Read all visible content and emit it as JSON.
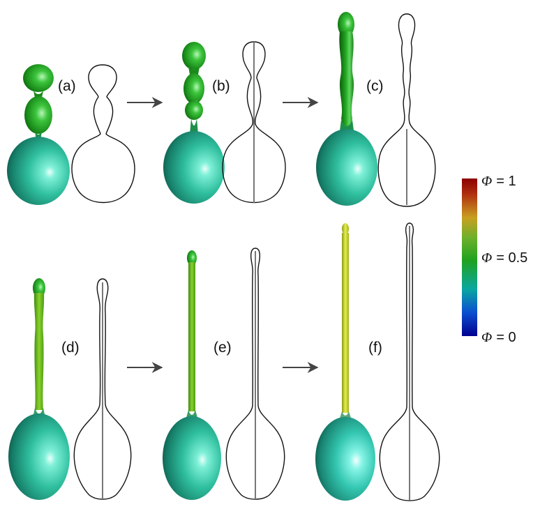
{
  "panels": [
    {
      "label": "(a)"
    },
    {
      "label": "(b)"
    },
    {
      "label": "(c)"
    },
    {
      "label": "(d)"
    },
    {
      "label": "(e)"
    },
    {
      "label": "(f)"
    }
  ],
  "colorbar": {
    "symbol": "Φ",
    "top": "= 1",
    "mid": "= 0.5",
    "bottom": "= 0",
    "colors": [
      "#00008f",
      "#0a4fd0",
      "#0aa7a0",
      "#1fa21f",
      "#6bb02a",
      "#c8a020",
      "#b03010",
      "#8b0000"
    ]
  },
  "colors": {
    "head_shade": "#2fbf9e",
    "neck_shade": "#1e9e1e",
    "tail_shade": "#c9d42a",
    "outline": "#111111",
    "axis": "#777777",
    "arrow": "#444444"
  }
}
